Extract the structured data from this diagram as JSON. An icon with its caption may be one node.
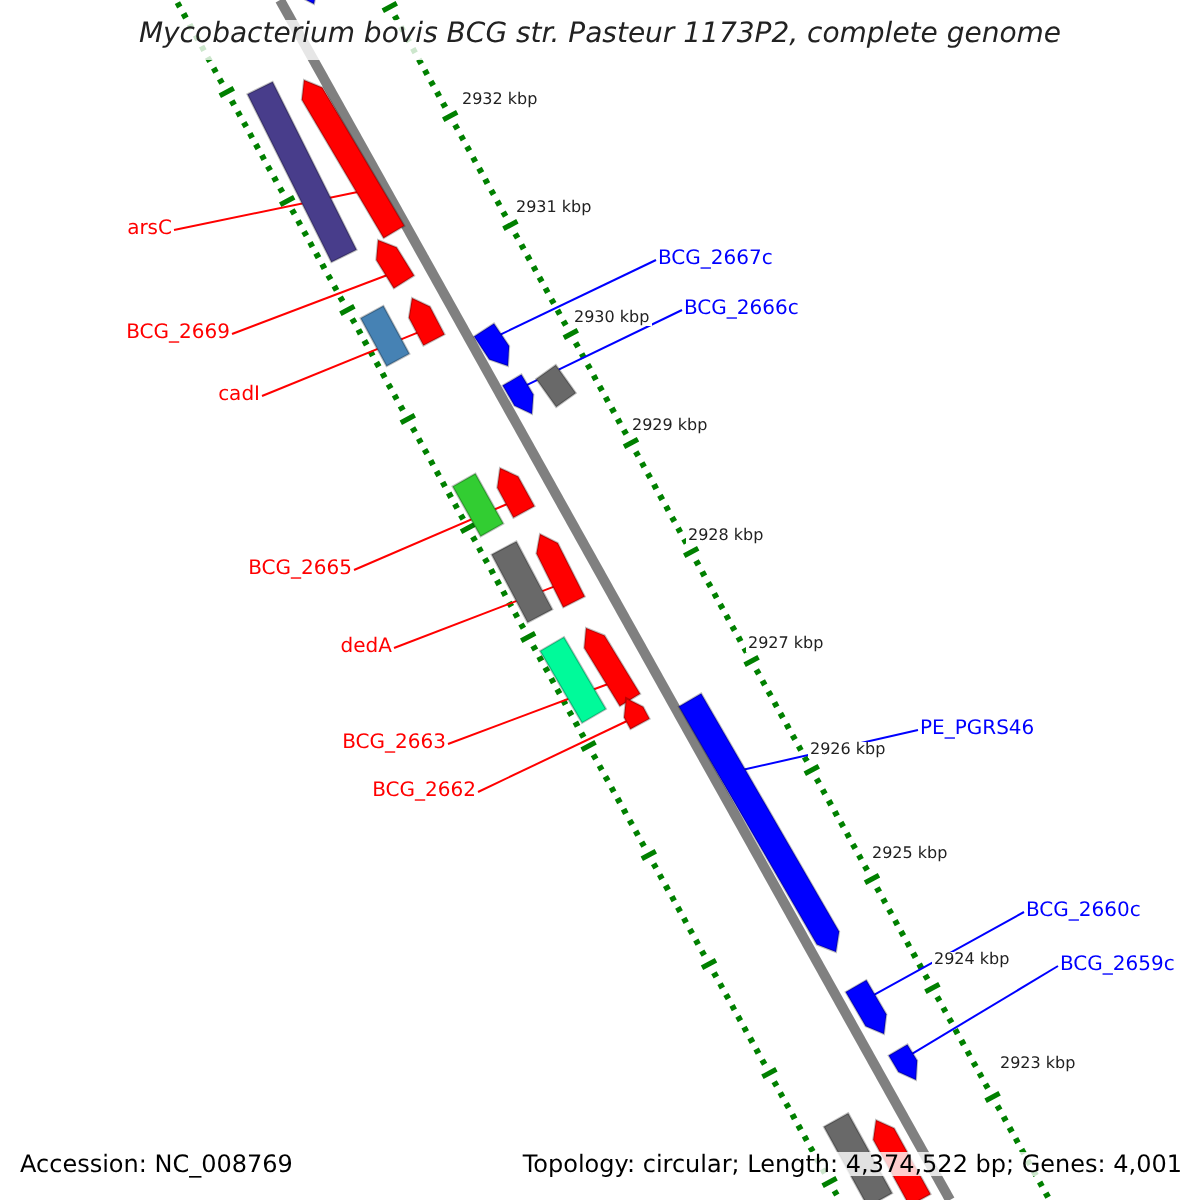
{
  "diagram": {
    "title": "Mycobacterium bovis BCG str. Pasteur 1173P2, complete genome",
    "nodes": [
      {
        "text": [
          "arsC"
        ]
      },
      {
        "text": [
          "BCG_2669"
        ]
      },
      {
        "text": [
          "cadI"
        ]
      },
      {
        "text": [
          "BCG_2665"
        ]
      },
      {
        "text": [
          "dedA"
        ]
      },
      {
        "text": [
          "BCG_2663"
        ]
      },
      {
        "text": [
          "BCG_2662"
        ]
      },
      {
        "text": [
          "BCG_2667c"
        ]
      },
      {
        "text": [
          "BCG_2666c"
        ]
      },
      {
        "text": [
          "PE_PGRS46"
        ]
      },
      {
        "text": [
          "BCG_2660c"
        ]
      },
      {
        "text": [
          "BCG_2659c"
        ]
      },
      {
        "text": [],
        "shape": "bar"
      },
      {
        "text": [],
        "shape": "bar"
      },
      {
        "text": [],
        "shape": "bar"
      },
      {
        "text": [],
        "shape": "bar"
      },
      {
        "text": [],
        "shape": "bar"
      },
      {
        "text": [],
        "shape": "bar"
      },
      {
        "text": [],
        "shape": "bar"
      },
      {
        "text": [],
        "shape": "bar"
      },
      {
        "text": [],
        "shape": "bar"
      },
      {
        "text": [],
        "shape": "bar"
      },
      {
        "text": [],
        "shape": "bar"
      },
      {
        "text": [],
        "shape": "bar"
      },
      {
        "text": [],
        "shape": "bar"
      },
      {
        "text": [],
        "shape": "bar"
      },
      {
        "text": [],
        "shape": "bar"
      },
      {
        "text": [],
        "shape": "bar"
      },
      {
        "text": [],
        "shape": "bar"
      },
      {
        "text": [],
        "shape": "bar"
      },
      {
        "text": [],
        "shape": "bar"
      },
      {
        "text": [],
        "shape": "bar"
      },
      {
        "text": [],
        "shape": "bar"
      }
    ],
    "edges": [
      {
        "from": 0,
        "to": 12,
        "arrow": "none"
      },
      {
        "from": 1,
        "to": 13,
        "arrow": "none"
      },
      {
        "from": 2,
        "to": 14,
        "arrow": "none"
      },
      {
        "from": 3,
        "to": 15,
        "arrow": "none"
      },
      {
        "from": 4,
        "to": 16,
        "arrow": "none"
      },
      {
        "from": 5,
        "to": 17,
        "arrow": "none"
      },
      {
        "from": 6,
        "to": 18,
        "arrow": "none"
      },
      {
        "from": 7,
        "to": 19,
        "arrow": "none",
        "color": "#0000ff"
      },
      {
        "from": 8,
        "to": 20,
        "arrow": "none",
        "color": "#0000ff"
      },
      {
        "from": 9,
        "to": 21,
        "arrow": "none",
        "color": "#0000ff"
      },
      {
        "from": 10,
        "to": 22,
        "arrow": "none",
        "color": "#0000ff"
      },
      {
        "from": 11,
        "to": 23,
        "arrow": "none",
        "color": "#0000ff"
      }
    ],
    "labels": [
      "2932 kbp",
      "2931 kbp",
      "2930 kbp",
      "2929 kbp",
      "2928 kbp",
      "2927 kbp",
      "2926 kbp",
      "2925 kbp",
      "2924 kbp",
      "2923 kbp",
      "Accession: NC_008769",
      "Topology: circular; Length: 4,374,522 bp; Genes: 4,001"
    ]
  }
}
